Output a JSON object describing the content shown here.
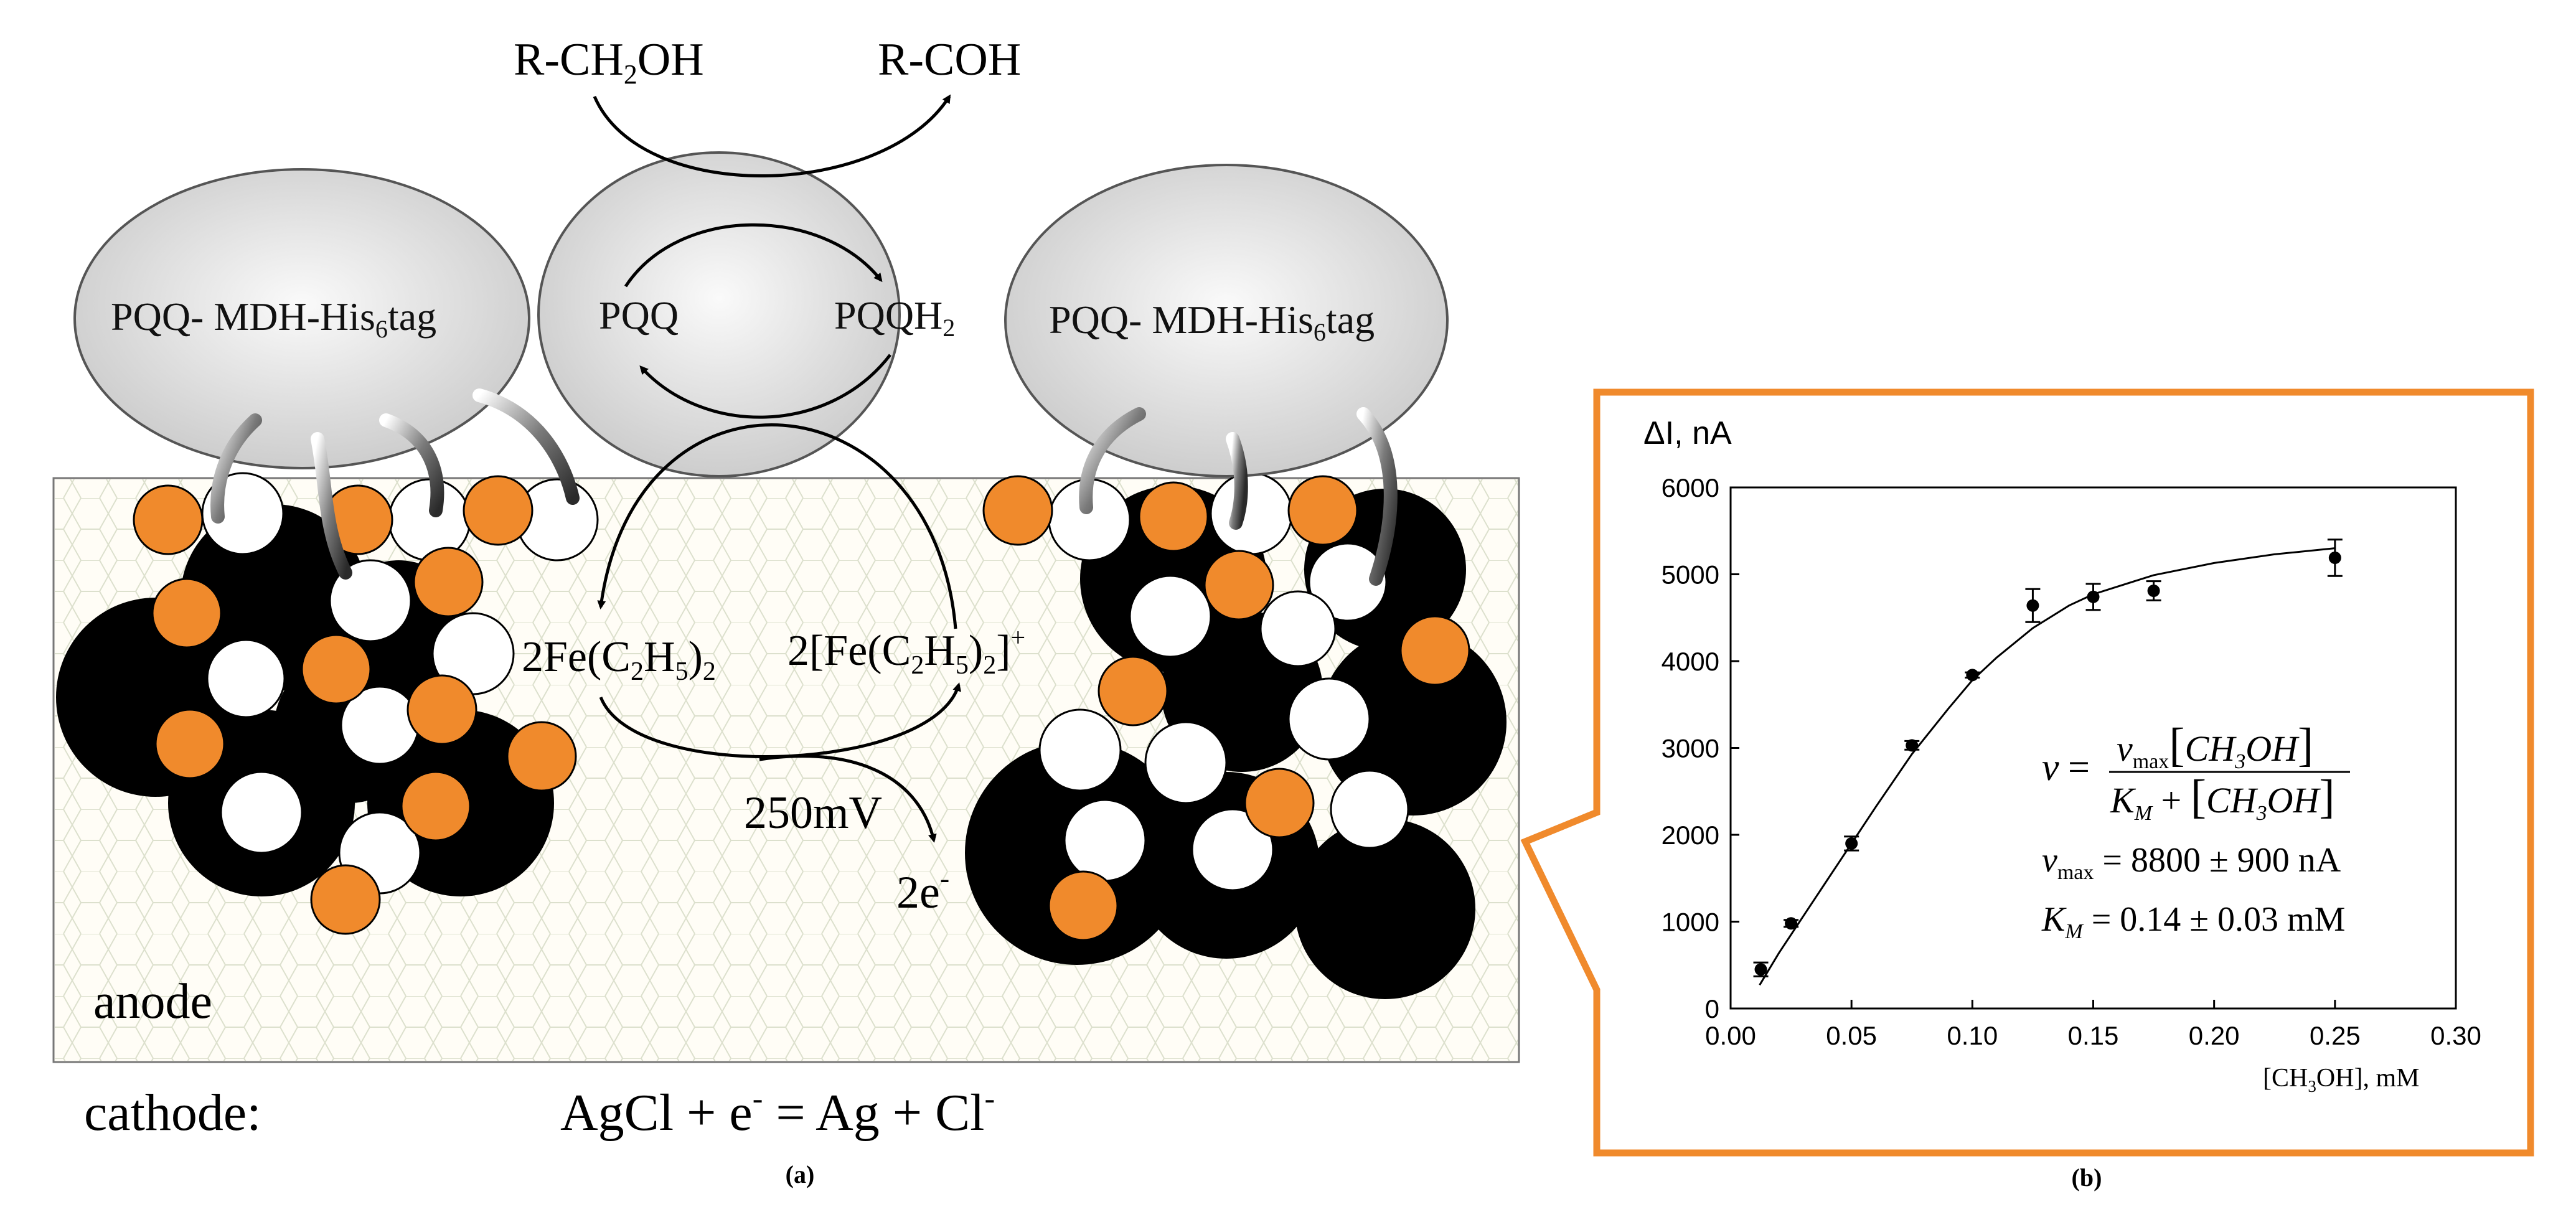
{
  "panel_a": {
    "substrate": {
      "before": "R-CH",
      "sub": "2",
      "after": "OH"
    },
    "product": "R-COH",
    "enzyme_left": {
      "before": "PQQ- MDH-His",
      "sub": "6",
      "after": "tag"
    },
    "enzyme_right": {
      "before": "PQQ- MDH-His",
      "sub": "6",
      "after": "tag"
    },
    "cofactor_ox": "PQQ",
    "cofactor_red": {
      "before": "PQQH",
      "sub": "2"
    },
    "mediator_red": {
      "p1": "2Fe(C",
      "s1": "2",
      "p2": "H",
      "s2": "5",
      "p3": ")",
      "s3": "2"
    },
    "mediator_ox": {
      "p1": "2[Fe(C",
      "s1": "2",
      "p2": "H",
      "s2": "5",
      "p3": ")",
      "s3": "2",
      "p4": "]",
      "sup": "+"
    },
    "potential": "250mV",
    "electrons": {
      "before": "2e",
      "sup": "-"
    },
    "anode_label": "anode",
    "cathode_label": "cathode:",
    "cathode_reaction": {
      "p1": "AgCl + e",
      "sup1": "-",
      "p2": " = Ag + Cl",
      "sup2": "-"
    },
    "caption": "(a)"
  },
  "panel_b": {
    "caption": "(b)",
    "ylabel": "ΔI, nA",
    "xlabel": {
      "before": "[CH",
      "sub": "3",
      "after": "OH], mM"
    },
    "equation": {
      "v": "v",
      "eq": "=",
      "numerator": {
        "v": "v",
        "sub": "max",
        "conc": "CH",
        "conc_sub": "3",
        "conc_after": "OH"
      },
      "denominator": {
        "k": "K",
        "sub": "M",
        "plus": "+",
        "conc": "CH",
        "conc_sub": "3",
        "conc_after": "OH"
      }
    },
    "vmax_line": {
      "v": "v",
      "sub": "max",
      "rest": " = 8800 ± 900 nA"
    },
    "km_line": {
      "k": "K",
      "sub": "M",
      "rest": " = 0.14 ± 0.03 mM"
    }
  },
  "colors": {
    "accent_orange": "#f08a2c",
    "particle_black": "#000000",
    "particle_white": "#ffffff",
    "enzyme_gray": "#dcdcdc",
    "frame_orange": "#f08a2c"
  },
  "chart_data": {
    "type": "scatter",
    "xlabel": "[CH3OH], mM",
    "ylabel": "ΔI, nA",
    "xlim": [
      0.0,
      0.3
    ],
    "ylim": [
      0,
      6000
    ],
    "x_ticks": [
      "0.00",
      "0.05",
      "0.10",
      "0.15",
      "0.20",
      "0.25",
      "0.30"
    ],
    "y_ticks": [
      "0",
      "1000",
      "2000",
      "3000",
      "4000",
      "5000",
      "6000"
    ],
    "grid": false,
    "series": [
      {
        "points": [
          {
            "x": 0.0125,
            "y": 450,
            "err": 80
          },
          {
            "x": 0.025,
            "y": 980,
            "err": 40
          },
          {
            "x": 0.05,
            "y": 1900,
            "err": 80
          },
          {
            "x": 0.075,
            "y": 3030,
            "err": 50
          },
          {
            "x": 0.1,
            "y": 3840,
            "err": 30
          },
          {
            "x": 0.125,
            "y": 4640,
            "err": 190
          },
          {
            "x": 0.15,
            "y": 4740,
            "err": 150
          },
          {
            "x": 0.175,
            "y": 4810,
            "err": 110
          },
          {
            "x": 0.25,
            "y": 5190,
            "err": 210
          }
        ]
      }
    ],
    "fit_curve": {
      "x": [
        0.012,
        0.02,
        0.03,
        0.04,
        0.05,
        0.06,
        0.075,
        0.09,
        0.1,
        0.11,
        0.125,
        0.14,
        0.15,
        0.175,
        0.2,
        0.225,
        0.25
      ],
      "y": [
        270,
        640,
        1060,
        1480,
        1900,
        2320,
        2930,
        3450,
        3780,
        4040,
        4380,
        4640,
        4770,
        4990,
        5130,
        5230,
        5300
      ]
    }
  }
}
